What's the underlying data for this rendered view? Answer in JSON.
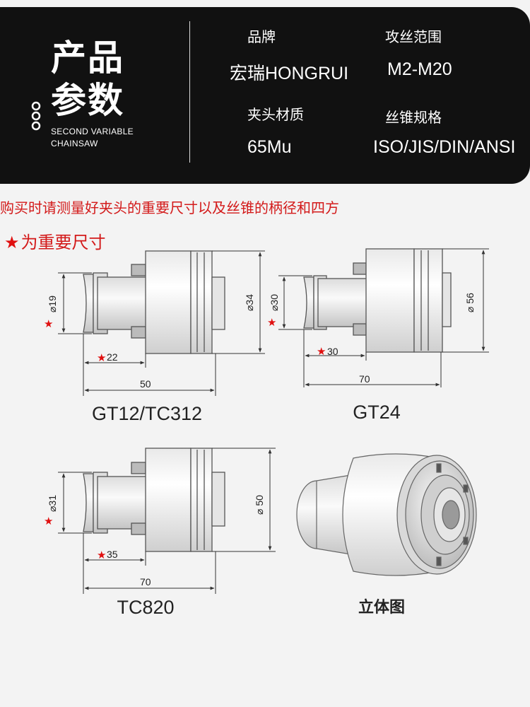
{
  "header": {
    "title_line1": "产品",
    "title_line2": "参数",
    "subtitle_line1": "SECOND VARIABLE",
    "subtitle_line2": "CHAINSAW",
    "brand_label": "品牌",
    "brand_value": "宏瑞HONGRUI",
    "range_label": "攻丝范围",
    "range_value": "M2-M20",
    "material_label": "夹头材质",
    "material_value": "65Mu",
    "spec_label": "丝锥规格",
    "spec_value": "ISO/JIS/DIN/ANSI"
  },
  "notes": {
    "purchase_note": "购买时请测量好夹头的重要尺寸以及丝锥的柄径和四方",
    "star_symbol": "★",
    "important_note": "为重要尺寸"
  },
  "drawings": {
    "gt12": {
      "model": "GT12/TC312",
      "shank_dia": "⌀19",
      "body_dia": "⌀34",
      "shank_len": "22",
      "total_len": "50"
    },
    "gt24": {
      "model": "GT24",
      "shank_dia": "⌀30",
      "body_dia": "⌀ 56",
      "shank_len": "30",
      "total_len": "70"
    },
    "tc820": {
      "model": "TC820",
      "shank_dia": "⌀31",
      "body_dia": "⌀ 50",
      "shank_len": "35",
      "total_len": "70"
    },
    "iso_view": {
      "caption": "立体图"
    }
  },
  "colors": {
    "panel": "#111111",
    "accent_red": "#d31a1a",
    "line": "#333333"
  }
}
